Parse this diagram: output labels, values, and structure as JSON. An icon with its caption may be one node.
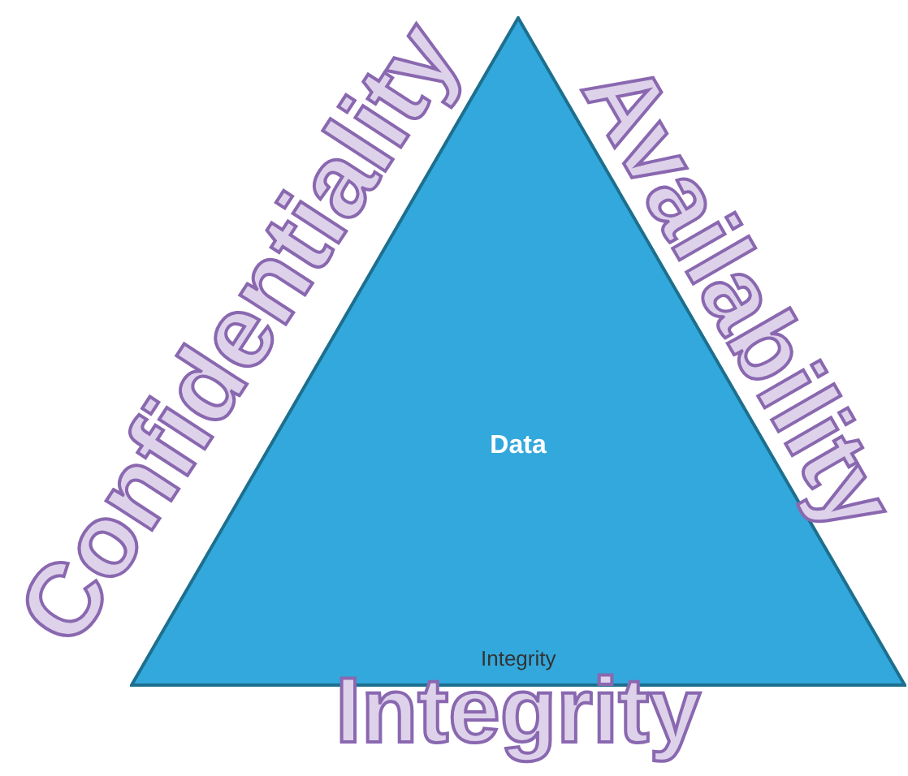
{
  "diagram": {
    "nodes": [
      {
        "text": [
          "Data"
        ]
      }
    ],
    "labels": [
      "Confidentiality",
      "Availability",
      "Integrity",
      "Integrity"
    ]
  }
}
